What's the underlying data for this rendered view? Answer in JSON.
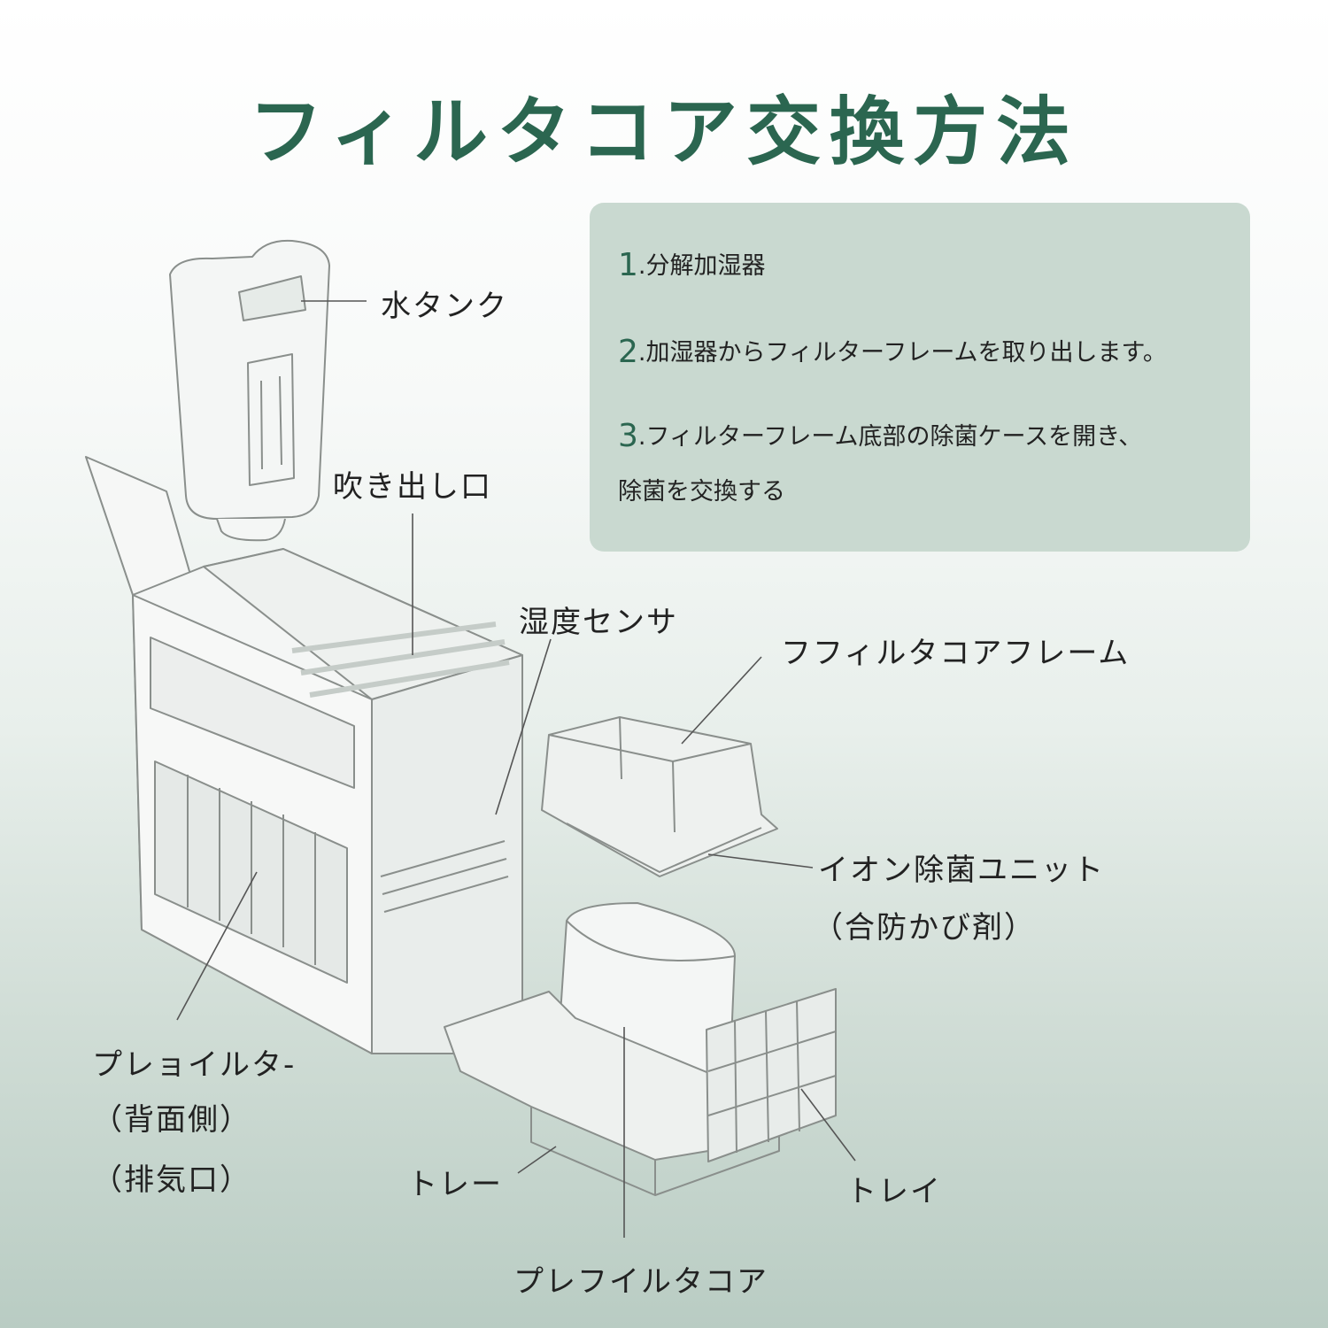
{
  "title": "フィルタコア交換方法",
  "steps": [
    {
      "num": "1",
      "text": ".分解加湿器"
    },
    {
      "num": "2",
      "text": ".加湿器からフィルターフレームを取り出します。"
    },
    {
      "num": "3",
      "text": ".フィルターフレーム底部の除菌ケースを開き、"
    },
    {
      "num": "",
      "text": "除菌を交換する"
    }
  ],
  "labels": {
    "water_tank": "水タンク",
    "outlet": "吹き出し口",
    "humidity_sensor": "湿度センサ",
    "filter_core_frame": "フフィルタコアフレーム",
    "ion_unit": "イオン除菌ユニット",
    "ion_unit_sub": "（合防かび剤）",
    "prefilter": "プレョイルタ-",
    "prefilter_sub1": "（背面側）",
    "prefilter_sub2": "（排気口）",
    "tray_left": "トレー",
    "tray_right": "トレイ",
    "prefilter_core": "プレフイルタコア"
  },
  "colors": {
    "accent": "#2b6650",
    "panel": "#c9d9d0"
  }
}
